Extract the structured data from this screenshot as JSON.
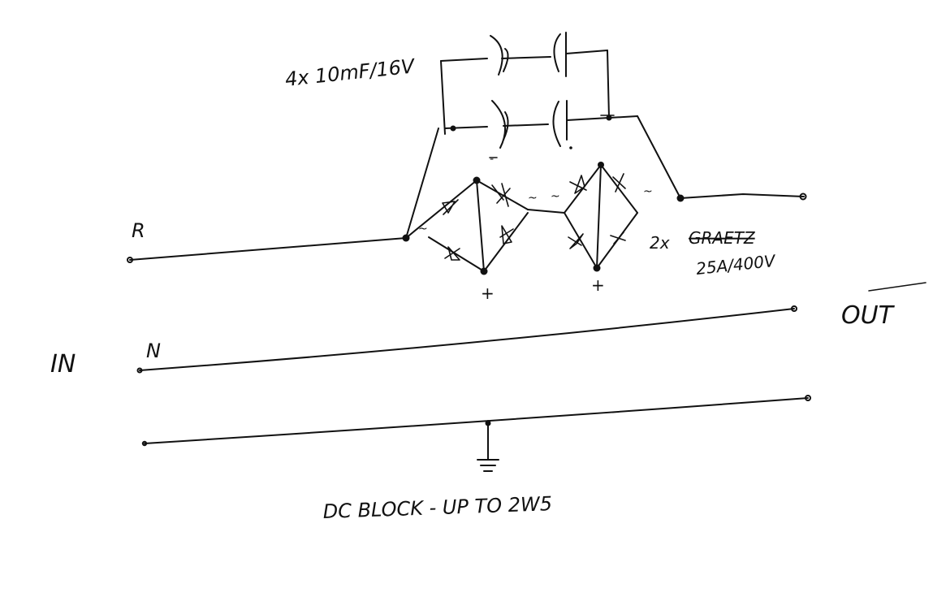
{
  "labels": {
    "capacitors": "4x 10mF/16V",
    "bridges_count": "2x",
    "bridges_struck": "GRAETZ",
    "bridges_rating": "25A/400V",
    "input_side": "IN",
    "output_side": "OUT",
    "line_r": "R",
    "line_n": "N",
    "caption": "DC BLOCK - UP TO 2W5",
    "minus": "-",
    "plus": "+",
    "tilde": "~"
  },
  "colors": {
    "ink": "#111111",
    "paper": "#ffffff"
  }
}
